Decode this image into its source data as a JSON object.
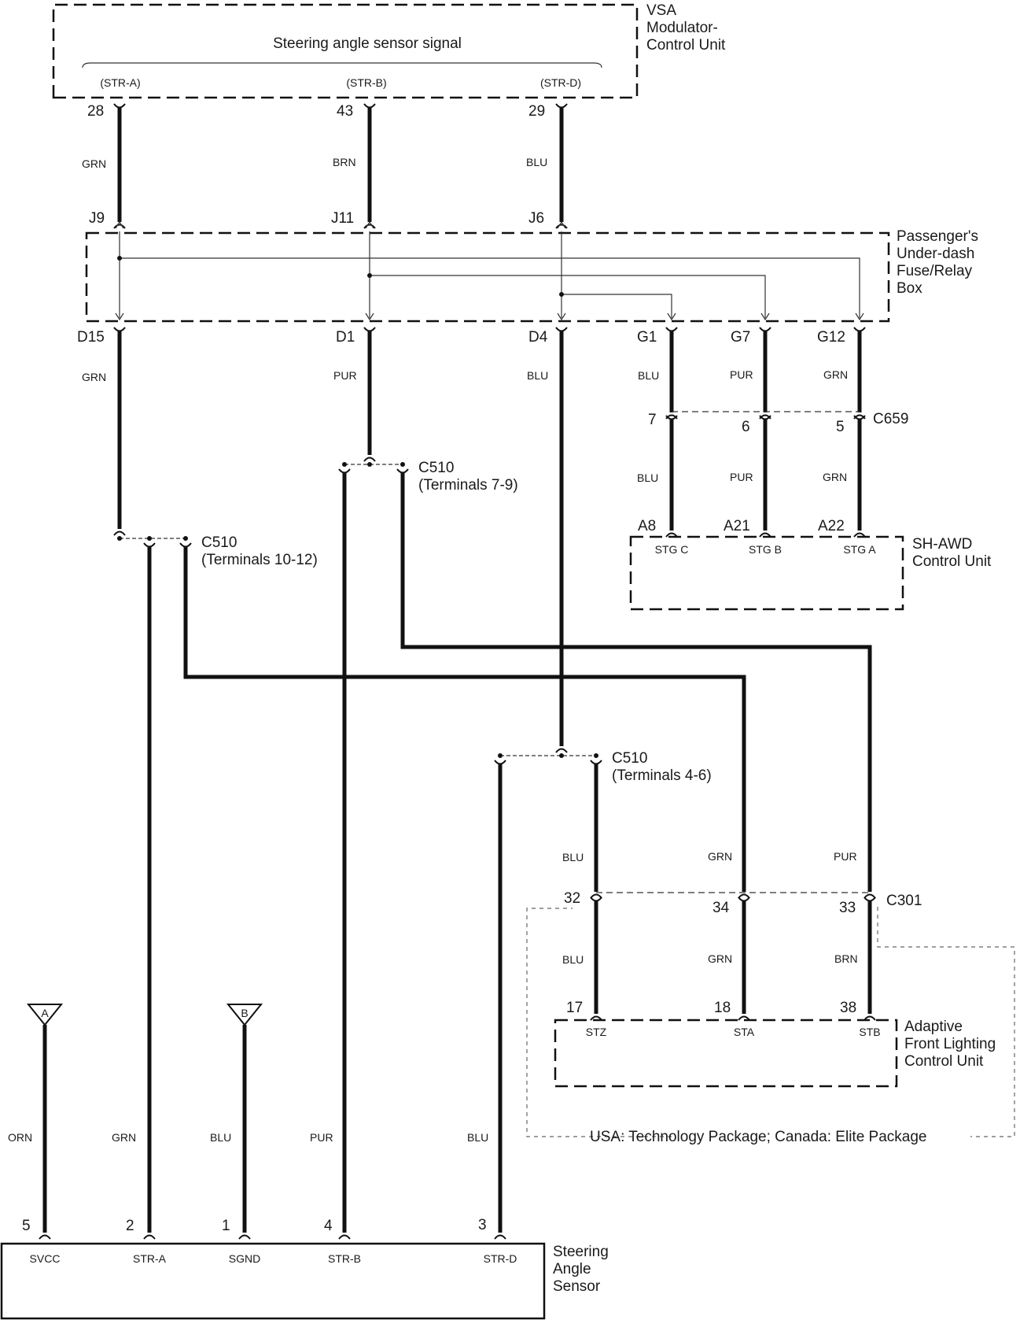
{
  "units": {
    "vsa": [
      "VSA",
      "Modulator-",
      "Control Unit"
    ],
    "fuse_box": [
      "Passenger's",
      "Under-dash",
      "Fuse/Relay",
      "Box"
    ],
    "sh_awd": [
      "SH-AWD",
      "Control Unit"
    ],
    "afl": [
      "Adaptive",
      "Front Lighting",
      "Control Unit"
    ],
    "sensor": [
      "Steering",
      "Angle",
      "Sensor"
    ]
  },
  "vsa_signal_title": "Steering angle sensor signal",
  "vsa_signals": [
    "(STR-A)",
    "(STR-B)",
    "(STR-D)"
  ],
  "vsa_pins": [
    "28",
    "43",
    "29"
  ],
  "vsa_wires": [
    "GRN",
    "BRN",
    "BLU"
  ],
  "fuse_in_pins": [
    "J9",
    "J11",
    "J6"
  ],
  "fuse_out_pins": [
    "D15",
    "D1",
    "D4",
    "G1",
    "G7",
    "G12"
  ],
  "fuse_out_wires": [
    "GRN",
    "PUR",
    "BLU",
    "BLU",
    "PUR",
    "GRN"
  ],
  "c659": {
    "label": "C659",
    "pins": [
      "7",
      "6",
      "5"
    ],
    "wires": [
      "BLU",
      "PUR",
      "GRN"
    ]
  },
  "sh_awd_pins": [
    "A8",
    "A21",
    "A22"
  ],
  "sh_awd_signals": [
    "STG C",
    "STG B",
    "STG A"
  ],
  "c510_a": {
    "label": "C510",
    "terminals": "(Terminals 7-9)"
  },
  "c510_b": {
    "label": "C510",
    "terminals": "(Terminals 10-12)"
  },
  "c510_c": {
    "label": "C510",
    "terminals": "(Terminals 4-6)"
  },
  "afl_feed_wires": [
    "BLU",
    "GRN",
    "PUR"
  ],
  "c301": {
    "label": "C301",
    "pins": [
      "32",
      "34",
      "33"
    ],
    "wires": [
      "BLU",
      "GRN",
      "BRN"
    ]
  },
  "afl_pins": [
    "17",
    "18",
    "38"
  ],
  "afl_signals": [
    "STZ",
    "STA",
    "STB"
  ],
  "package_note": "USA: Technology Package; Canada: Elite Package",
  "flags": [
    "A",
    "B"
  ],
  "sensor_wires": [
    "ORN",
    "GRN",
    "BLU",
    "PUR",
    "BLU"
  ],
  "sensor_pins": [
    "5",
    "2",
    "1",
    "4",
    "3"
  ],
  "sensor_signals": [
    "SVCC",
    "STR-A",
    "SGND",
    "STR-B",
    "STR-D"
  ]
}
